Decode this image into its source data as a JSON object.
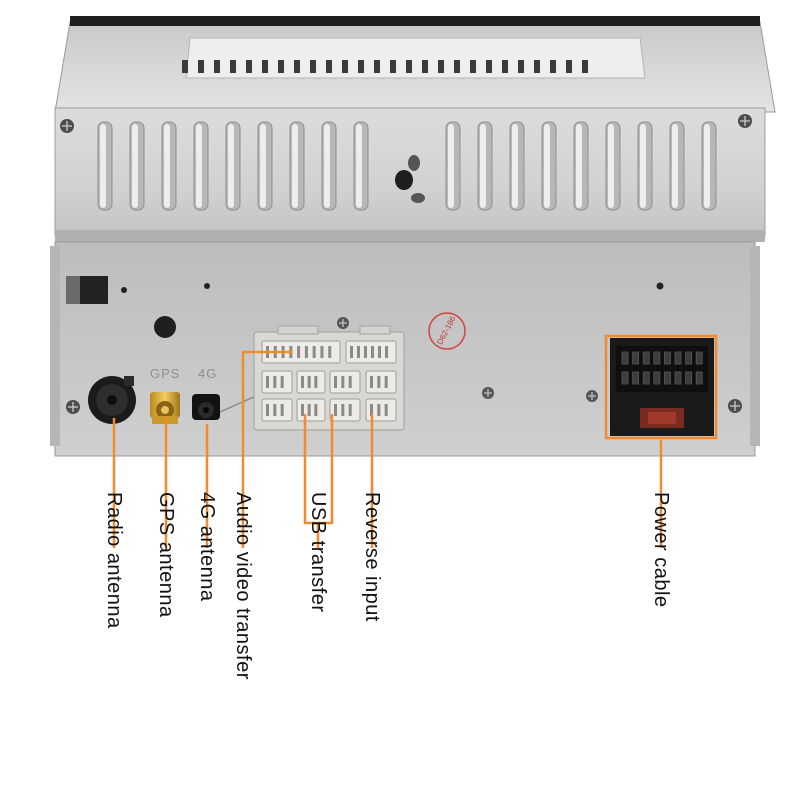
{
  "colors": {
    "callout": "#f28a2e",
    "chassis_light": "#d7d7d7",
    "chassis_dark": "#a9a9a9",
    "connector": "#ecebe6",
    "power_plug": "#1c1c1c"
  },
  "port_labels": {
    "gps": "GPS",
    "fourg": "4G"
  },
  "stamp": "D62-186",
  "callouts": [
    {
      "id": "radio-antenna",
      "label": "Radio antenna"
    },
    {
      "id": "gps-antenna",
      "label": "GPS antenna"
    },
    {
      "id": "4g-antenna",
      "label": "4G antenna"
    },
    {
      "id": "audio-video-transfer",
      "label": "Audio video transfer"
    },
    {
      "id": "usb-transfer",
      "label": "USB transfer"
    },
    {
      "id": "reverse-input",
      "label": "Reverse input"
    },
    {
      "id": "power-cable",
      "label": "Power cable"
    }
  ]
}
